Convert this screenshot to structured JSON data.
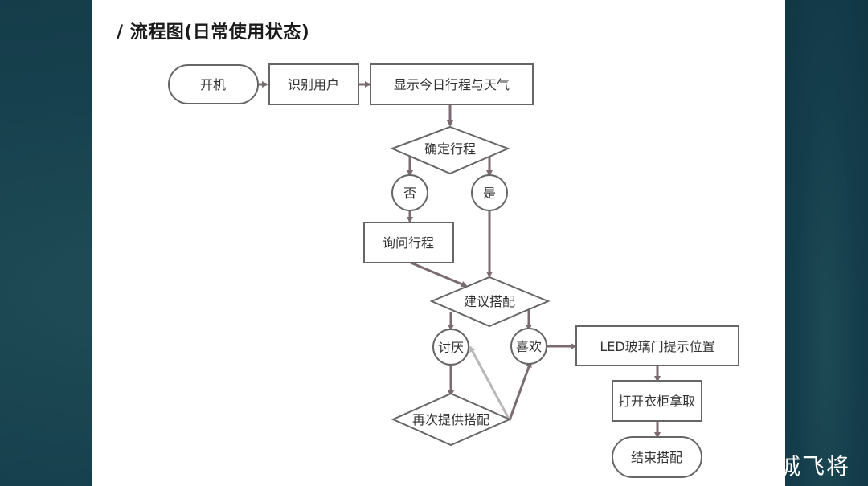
{
  "slide": {
    "title": "/ 流程图(日常使用状态)"
  },
  "colors": {
    "line": "#7a6a72",
    "line_light": "#b8b8b8",
    "node_stroke": "#666666",
    "bg_dark": "#17414e"
  },
  "nodes": {
    "start": "开机",
    "identify_user": "识别用户",
    "show_schedule_weather": "显示今日行程与天气",
    "confirm_schedule": "确定行程",
    "no": "否",
    "yes": "是",
    "ask_schedule": "询问行程",
    "suggest_outfit": "建议搭配",
    "dislike": "讨厌",
    "like": "喜欢",
    "offer_again": "再次提供搭配",
    "led_hint": "LED玻璃门提示位置",
    "open_wardrobe": "打开衣柜拿取",
    "end": "结束搭配"
  },
  "watermark": "龙城飞将"
}
